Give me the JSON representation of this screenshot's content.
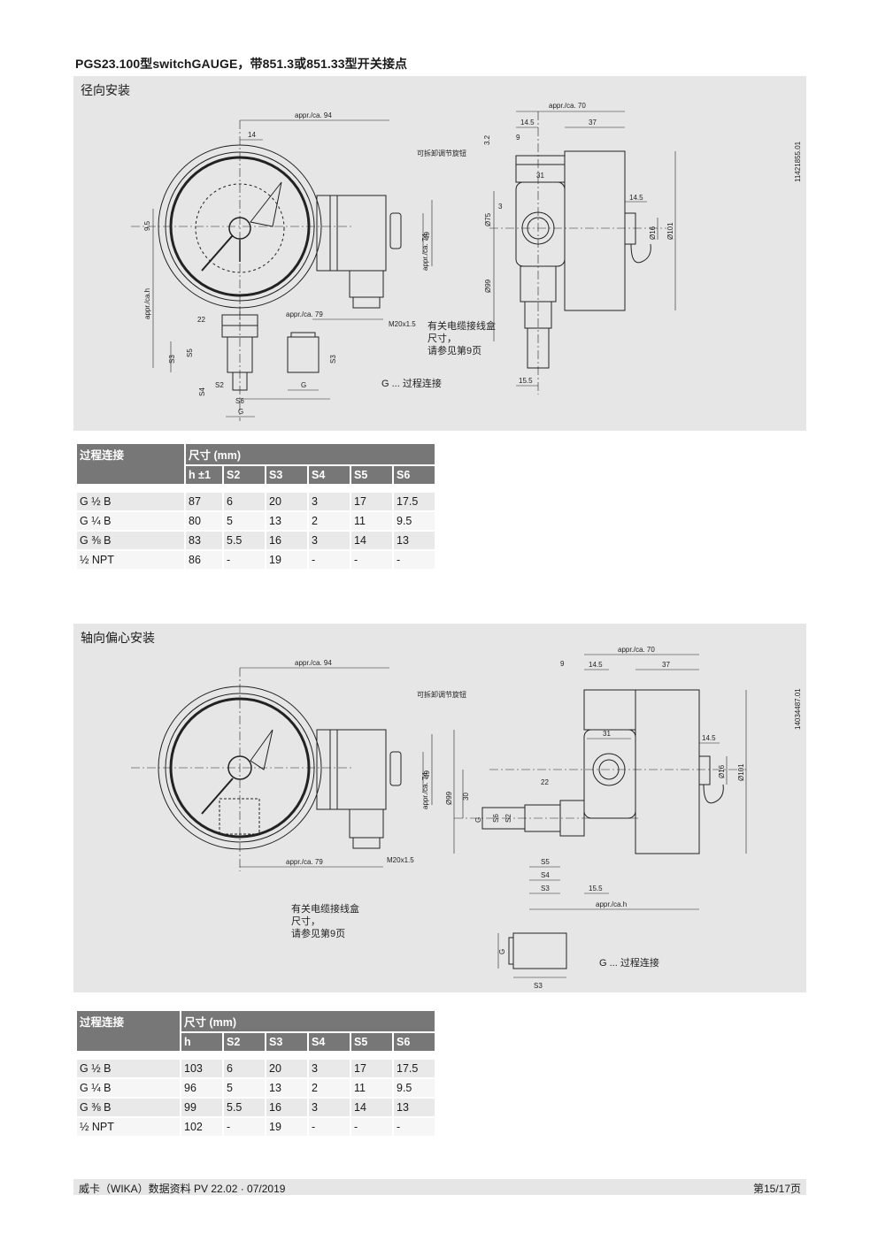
{
  "title": "PGS23.100型switchGAUGE，带851.3或851.33型开关接点",
  "panel1": {
    "label": "径向安装",
    "drawing_id": "11421855.01",
    "knob_note": "可拆卸调节旋钮",
    "cable_note_1": "有关电缆接线盒",
    "cable_note_2": "尺寸，",
    "cable_note_3": "请参见第9页",
    "process_note": "G ... 过程连接",
    "dims": {
      "a94": "appr./ca. 94",
      "d14": "14",
      "d95": "9.5",
      "h": "appr./ca.h",
      "d22": "22",
      "s5": "S5",
      "s3": "S3",
      "s4": "S4",
      "s2": "S2",
      "s6": "S6",
      "g": "G",
      "d49": "49",
      "a74": "appr./ca. 74",
      "a79": "appr./ca. 79",
      "m20": "M20x1.5",
      "a70": "appr./ca. 70",
      "d145": "14.5",
      "d37": "37",
      "d32": "3.2",
      "d9": "9",
      "d31": "31",
      "d3": "3",
      "d75": "Ø75",
      "d99": "Ø99",
      "d145b": "14.5",
      "d16": "Ø16",
      "d101": "Ø101",
      "d155": "15.5"
    }
  },
  "table1": {
    "col0": "过程连接",
    "group": "尺寸 (mm)",
    "headers": [
      "h ±1",
      "S2",
      "S3",
      "S4",
      "S5",
      "S6"
    ],
    "rows": [
      [
        "G ½ B",
        "87",
        "6",
        "20",
        "3",
        "17",
        "17.5"
      ],
      [
        "G ¼ B",
        "80",
        "5",
        "13",
        "2",
        "11",
        "9.5"
      ],
      [
        "G ⅜ B",
        "83",
        "5.5",
        "16",
        "3",
        "14",
        "13"
      ],
      [
        "½ NPT",
        "86",
        "-",
        "19",
        "-",
        "-",
        "-"
      ]
    ]
  },
  "panel2": {
    "label": "轴向偏心安装",
    "drawing_id": "14034487.01",
    "knob_note": "可拆卸调节旋钮",
    "cable_note_1": "有关电缆接线盒",
    "cable_note_2": "尺寸，",
    "cable_note_3": "请参见第9页",
    "process_note": "G ... 过程连接",
    "dims": {
      "a94": "appr./ca. 94",
      "d49": "49",
      "a74": "appr./ca. 74",
      "a79": "appr./ca. 79",
      "m20": "M20x1.5",
      "a70": "appr./ca. 70",
      "d9": "9",
      "d145": "14.5",
      "d37": "37",
      "d31": "31",
      "d22": "22",
      "d99": "Ø99",
      "d30": "30",
      "g": "G",
      "s6": "S6",
      "s2": "S2",
      "s5": "S5",
      "s4": "S4",
      "s3": "S3",
      "d155": "15.5",
      "h": "appr./ca.h",
      "d145b": "14.5",
      "d16": "Ø16",
      "d101": "Ø101"
    }
  },
  "table2": {
    "col0": "过程连接",
    "group": "尺寸 (mm)",
    "headers": [
      "h",
      "S2",
      "S3",
      "S4",
      "S5",
      "S6"
    ],
    "rows": [
      [
        "G ½ B",
        "103",
        "6",
        "20",
        "3",
        "17",
        "17.5"
      ],
      [
        "G ¼ B",
        "96",
        "5",
        "13",
        "2",
        "11",
        "9.5"
      ],
      [
        "G ⅜ B",
        "99",
        "5.5",
        "16",
        "3",
        "14",
        "13"
      ],
      [
        "½ NPT",
        "102",
        "-",
        "19",
        "-",
        "-",
        "-"
      ]
    ]
  },
  "footer": {
    "left": "威卡（WIKA）数据资料 PV 22.02 · 07/2019",
    "right": "第15/17页"
  }
}
